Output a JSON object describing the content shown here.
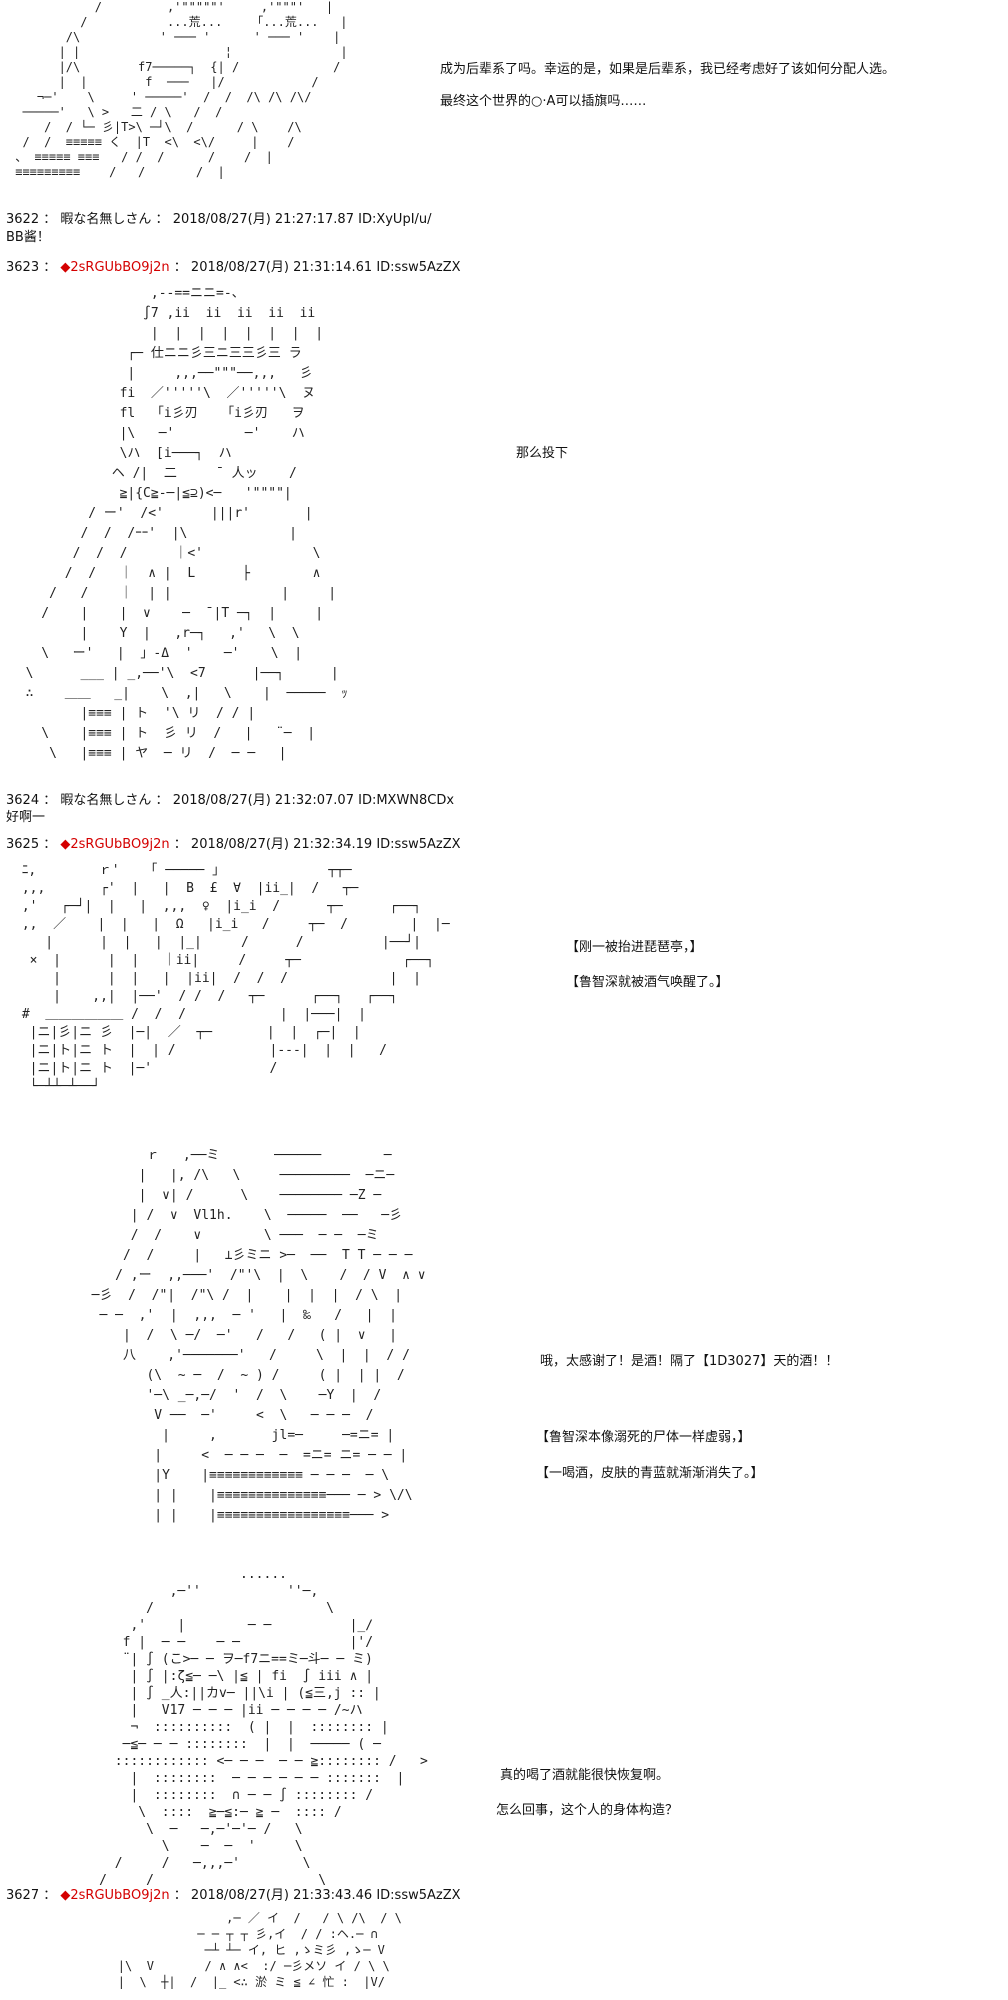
{
  "thread": {
    "posts": [
      {
        "kind": "art",
        "art": {
          "ascii": "            /         ,'\"\"\"\"\"'     ,'\"\"\"'   |\n          /           ...荒...    「...荒...   |\n        /\\           ' ─── '      ' ─── '    |\n       | |                    ¦               |\n       |/\\        f7─────┐  {| /             /\n       |  |        f  ───   |/            /\n    ¬─'    \\     ' ─────'  /  /  /\\ /\\ /\\/\n  ─────'   \\ >   二 / \\   /  /\n     /  / └─ 彡|T>\\ ─┘\\  /      / \\    /\\\n  /  /  ≡≡≡≡≡ く  |T  <\\  <\\/     |    /\n 、 ≡≡≡≡≡ ≡≡≡   / /  /      /    /  |\n ≡≡≡≡≡≡≡≡≡    /   /       /  |"
        },
        "captions": [
          "成为后辈系了吗。幸运的是，如果是后辈系，我已经考虑好了该如何分配人选。",
          "最终这个世界的○·A可以插旗吗……"
        ]
      },
      {
        "kind": "post",
        "number": "3622",
        "name": "暇な名無しさん",
        "trip": "",
        "datetime": "2018/08/27(月) 21:27:17.87",
        "id": "ID:XyUpI/u/",
        "body": "BB酱！"
      },
      {
        "kind": "post",
        "number": "3623",
        "name": "",
        "trip": "◆2sRGUbBO9j2n",
        "datetime": "2018/08/27(月) 21:31:14.61",
        "id": "ID:ssw5AzZX",
        "art": {
          "ascii": "                  ,--==ニニ=-、\n                 ∫7 ,ii  ii  ii  ii  ii\n                  |  |  |  |  |  |  |  |\n               ┌─ 仕ニニ彡三ニ三三彡三 ラ\n               |     ,,,──\"\"\"──,,,   彡\n              fi  ／'''''\\  ／'''''\\  ヌ\n              fl  「i彡刃   「i彡刃   ヲ\n              |\\   ─'         ─'    ハ\n              \\ハ  [i───┐  ハ\n             ヘ /|  二     ̄  人ッ    /\n              ≧|{C≧-─|≦⊇)<─   '\"\"\"\"|\n          / ー'  /<'      |||r'       |\n         /  /  /ｰｰ'  |\\             |\n        /  /  /      ｜<'              \\\n       /  /   ｜  ∧ |  L      ├        ∧\n     /   /    ｜  | |              |     |\n    /    |    |  ∨    ─  ̄ |T ─┐  |     |\n         |    Y  |   ,r─┐   ,'   \\  \\\n    \\   ー'   |  」-Δ  '    ─'    \\  |\n  \\      ___ | _,──'\\  <7      |──┐      |\n  ∴    ＿＿   _|    \\  ,|   \\    |  ─────  ｯ\n         |≡≡≡ | ト  '\\ リ  / / |\n    \\    |≡≡≡ | ト  彡 リ  /   |   ¨─  |\n     \\   |≡≡≡ | ヤ  ─ リ  /  ─ ─   |"
        },
        "captions": [
          "那么投下"
        ]
      },
      {
        "kind": "post",
        "number": "3624",
        "name": "暇な名無しさん",
        "trip": "",
        "datetime": "2018/08/27(月) 21:32:07.07",
        "id": "ID:MXWN8CDx",
        "body": "好啊一"
      },
      {
        "kind": "post",
        "number": "3625",
        "name": "",
        "trip": "◆2sRGUbBO9j2n",
        "datetime": "2018/08/27(月) 21:32:34.19",
        "id": "ID:ssw5AzZX",
        "art": {
          "ascii": " ﾆ,        ｒ'    ｢ ───── ｣              ┬┬─\n ,,,       ┌'  |   |  B  £  ∀  |ii_|  /   ┬─\n ,'   ┌─┘|  |   |  ,,,  ♀  |i_i  /      ┬─      ┌──┐\n ,,  ／    |  |   |  Ω   |i_i   /     ┬─  /        |  |─\n    |      |  |   |  |_|     /      /          |──┘|\n  ×  |      |  |   ｜ii|     /     ┬─             ┌──┐\n     |      |  |   |  |ii|  /  /  /             |  |\n     |    ,,|  |──'  / /  /   ┬─      ┌──┐   ┌──┐\n #  ＿＿＿＿＿＿ /  /  /            |  |───|  |\n  |ニ|彡|ニ 彡  |─|  ／  ┬─       |  |  ┌─|  |\n  |ニ|ト|ニ ト  |  | /            |---|  |  |   /\n  |ニ|ト|ニ ト  |─'               /\n  └─┴┴─┴──┘"
        },
        "captions": [
          "【刚一被抬进琵琶亭，】",
          "【鲁智深就被酒气唤醒了。】"
        ]
      },
      {
        "kind": "art",
        "art": {
          "ascii": "         ｒ   ,──ミ       ──────        ─\n        |   |, /\\   \\     ─────────  ─ニ─\n        |  ∨| /      \\    ──────── ─Z ─\n       | /  ∨  Vl1h.    \\  ─────  ──   ─彡\n       /  /    ∨        \\ ───  ─ ─  ─ミ\n      /  /     |   ⊥彡ミニ >─  ──  T T ─ ─ ─\n     / ,ー  ,,───'  /\"'\\  |  \\    /  / V  ∧ ∨\n  ─彡  /  /\"|  /\"\\ /  |    |  |  |  / \\  |\n   ─ ─  ,'  |  ,,,  ─ '   |  ‰   /   |  |\n      |  /  \\ ─/  ─'   /   /   ( |  ∨   |\n      八    ,'───────'   /     \\  |  |  / /\n         (\\  ~ ─  /  ~ ) /     ( |  | |  /\n         '─\\ _─,─/  '  /  \\    ─Y  |  /\n          V ──  ─'     <  \\   ─ ─ ─  /\n           |     ,       jl=─     ─=ニ= |\n          |     <  ─ ─ ─  ─  =ニ= ニ= ─ ─ |\n          |Y    |≡≡≡≡≡≡≡≡≡≡≡≡ ─ ─ ─  ─ \\\n          | |    |≡≡≡≡≡≡≡≡≡≡≡≡≡≡─── ─ > \\/\\\n          | |    |≡≡≡≡≡≡≡≡≡≡≡≡≡≡≡≡≡─── >"
        },
        "captions": [
          "哦，太感谢了！是酒！隔了【1D3027】天的酒！！",
          "【鲁智深本像溺死的尸体一样虚弱，】",
          "【一喝酒，皮肤的青蓝就渐渐消失了。】"
        ]
      },
      {
        "kind": "art",
        "art": {
          "ascii": "                       ......\n              ,─''           ''─,\n           /                      \\\n         ,'    |        ─ ─          |_∕\n        f |  ─ ─    ─ ─              |'/\n        ¨| ∫ (こ>─ ─ ヲ─f7ニ==ミ─斗─ ─ ミ)\n         | ∫ |:ζ≦─ ─\\ |≦ | fi  ∫ iii ∧ |\n         | ∫ _人:||カv─ ||\\i | (≦三,j :: |\n         |   V17 ─ ─ ─ |ii ─ ─ ─ ─ /~ハ\n         ¬  ::::::::::  ( |  |  :::::::: |\n        ─≦─ ─ ─ ::::::::  |  |  ───── ( ─\n       :::::::::::: <─ ─ ─  ─ ─ ≧:::::::: /   >\n         |  ::::::::  ─ ─ ─ ─ ─ ─ :::::::  |\n         |  ::::::::  ∩ ─ ─ ∫ :::::::: /\n          \\  ::::  ≧─≦:─ ≧ ─  :::: /\n           \\  ─   ─,─'─'─ /   \\\n             \\    ─  ─  '     \\\n       /     /   ─,,,─'        \\\n     /     /                     \\"
        },
        "captions": [
          "真的喝了酒就能很快恢复啊。",
          "怎么回事，这个人的身体构造？"
        ]
      },
      {
        "kind": "post",
        "number": "3627",
        "name": "",
        "trip": "◆2sRGUbBO9j2n",
        "datetime": "2018/08/27(月) 21:33:43.46",
        "id": "ID:ssw5AzZX",
        "art": {
          "ascii": "                       ,─ ／ イ  /   ∕ \\ /\\  / \\\n                   ─ ─ ┬ ┬ 彡,イ  / / :ヘ.─ ∩\n                    ─┴ ┴─ イ, ヒ ,ゝミ彡 ,ゝ─ V\n        |\\  V       / ∧ ∧<  :/ ─彡メソ イ ∕ \\ \\\n        |  \\  ┼|  /  |_ <∴ 淤 ミ ≦ ∠ 忙 :  |V/"
        }
      }
    ]
  },
  "fonts_note": ""
}
